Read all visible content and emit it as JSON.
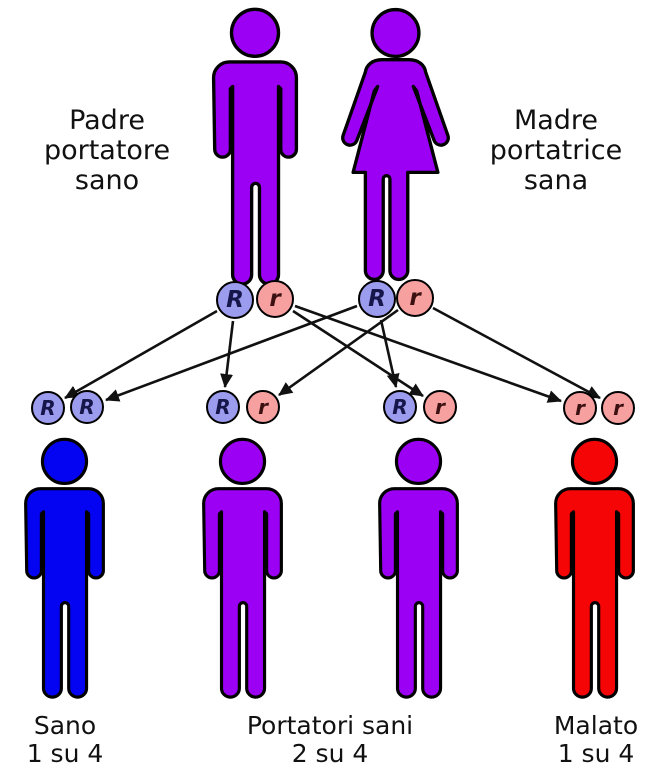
{
  "parents": {
    "father": {
      "label_lines": [
        "Padre",
        "portatore",
        "sano"
      ],
      "alleles": [
        "R",
        "r"
      ],
      "status": "carrier"
    },
    "mother": {
      "label_lines": [
        "Madre",
        "portatrice",
        "sana"
      ],
      "alleles": [
        "R",
        "r"
      ],
      "status": "carrier"
    }
  },
  "children": [
    {
      "alleles": [
        "R",
        "R"
      ],
      "status": "healthy"
    },
    {
      "alleles": [
        "R",
        "r"
      ],
      "status": "carrier"
    },
    {
      "alleles": [
        "R",
        "r"
      ],
      "status": "carrier"
    },
    {
      "alleles": [
        "r",
        "r"
      ],
      "status": "affected"
    }
  ],
  "captions": [
    {
      "line1": "Sano",
      "line2": "1 su 4"
    },
    {
      "line1": "Portatori sani",
      "line2": "2 su 4"
    },
    {
      "line1": "Malato",
      "line2": "1 su 4"
    }
  ],
  "arrows": [
    {
      "from": "father-allele-R",
      "to": "child-1-allele-1"
    },
    {
      "from": "father-allele-R",
      "to": "child-2-allele-1"
    },
    {
      "from": "father-allele-r",
      "to": "child-3-allele-2"
    },
    {
      "from": "father-allele-r",
      "to": "child-4-allele-1"
    },
    {
      "from": "mother-allele-R",
      "to": "child-1-allele-2"
    },
    {
      "from": "mother-allele-R",
      "to": "child-3-allele-1"
    },
    {
      "from": "mother-allele-r",
      "to": "child-2-allele-2"
    },
    {
      "from": "mother-allele-r",
      "to": "child-4-allele-2"
    }
  ],
  "colors": {
    "carrier_purple": "#9b00f5",
    "healthy_blue": "#0404f2",
    "affected_red": "#f50505",
    "allele_R_fill": "#9c9cee",
    "allele_r_fill": "#f7a0a0",
    "allele_R_text": "#16164a",
    "allele_r_text": "#3a1010",
    "outline_black": "#000000",
    "arrow_color": "#111111"
  }
}
